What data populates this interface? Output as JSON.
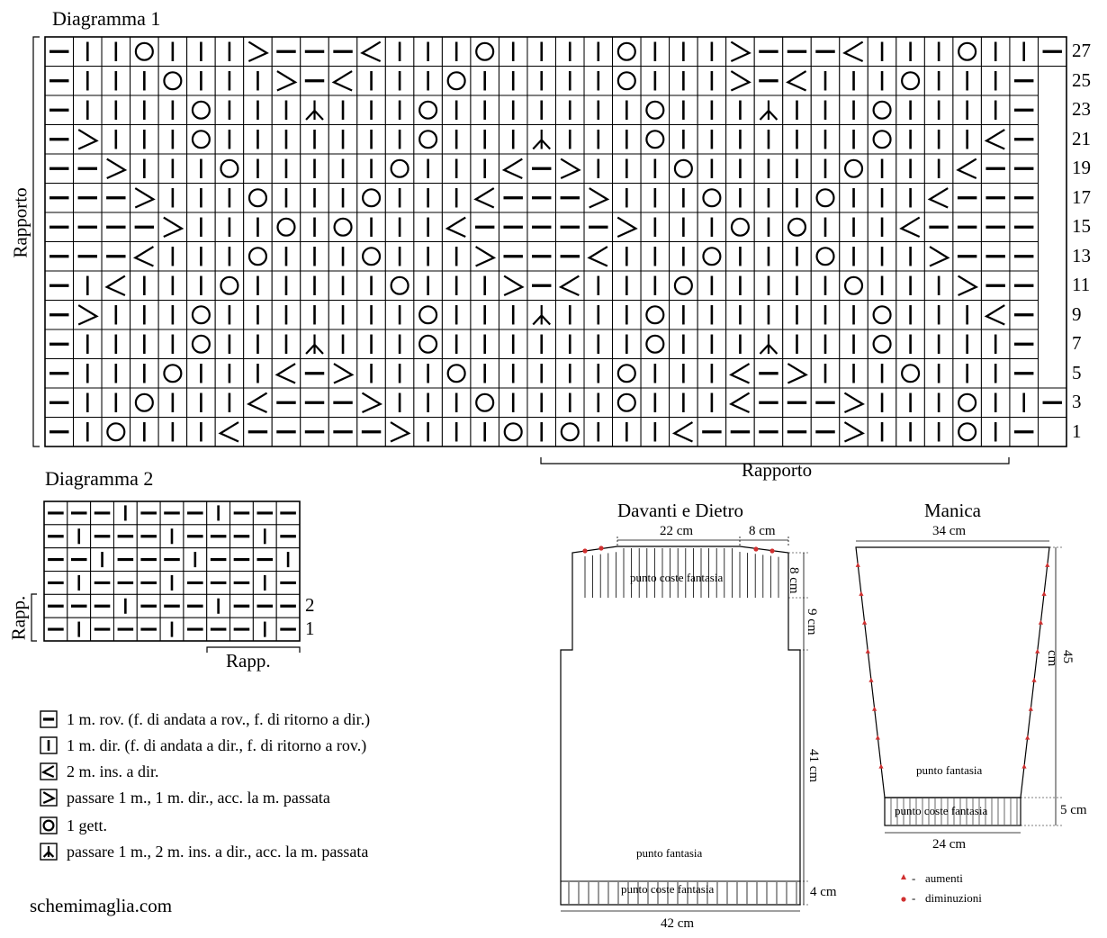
{
  "diagram1": {
    "title": "Diagramma 1",
    "rapporto_left": "Rapporto",
    "rapporto_bottom": "Rapporto",
    "row_numbers": [
      "27",
      "25",
      "23",
      "21",
      "19",
      "17",
      "15",
      "13",
      "11",
      "9",
      "7",
      "5",
      "3",
      "1"
    ],
    "rows": [
      "P K K O K K K R P P P L K K K O K K K K O K K K R P P P L K K K O K K P",
      "P K K K O K K K R P L K K K O K K K K K O K K K R P L K K K O K K K P",
      "P K K K K O K K K A K K K O K K K K K K K O K K K A K K K O K K K K P",
      "P R K K K O K K K K K K K O K K K A K K K O K K K K K K K O K K K L P",
      "P P R K K K O K K K K K O K K K L P R K K K O K K K K K O K K K L P P",
      "P P P R K K K O K K K O K K K L P P P R K K K O K K K O K K K L P P P",
      "P P P P R K K K O K O K K K L P P P P P R K K K O K O K K K L P P P P",
      "P P P L K K K O K K K O K K K R P P P L K K K O K K K O K K K R P P P",
      "P K L K K K O K K K K K O K K K R P L K K K O K K K K K O K K K R P P",
      "P R K K K O K K K K K K K O K K K A K K K O K K K K K K K O K K K L P",
      "P K K K K O K K K A K K K O K K K K K K K O K K K A K K K O K K K K P",
      "P K K K O K K K L P R K K K O K K K K K O K K K L P R K K K O K K K P",
      "P K K O K K K L P P P R K K K O K K K K O K K K L P P P R K K K O K K P",
      "P K O K K K L P P P P P R K K K O K O K K K L P P P P P R K K K O K P"
    ]
  },
  "diagram2": {
    "title": "Diagramma 2",
    "rapp_left": "Rapp.",
    "rapp_bottom": "Rapp.",
    "row_numbers": [
      "",
      "",
      "",
      "",
      "2",
      "1"
    ],
    "rows": [
      "P P P K P P P K P P P",
      "P K P P P K P P P K P",
      "P P K P P P K P P P K",
      "P K P P P K P P P K P",
      "P P P K P P P K P P P",
      "P K P P P K P P P K P"
    ]
  },
  "legend": [
    {
      "symbol": "P",
      "icon": "purl-icon",
      "text": "1 m. rov. (f. di andata a rov., f. di ritorno a dir.)"
    },
    {
      "symbol": "K",
      "icon": "knit-icon",
      "text": "1 m. dir. (f. di andata a dir., f. di ritorno a rov.)"
    },
    {
      "symbol": "L",
      "icon": "k2tog-icon",
      "text": "2 m. ins. a dir."
    },
    {
      "symbol": "R",
      "icon": "skpo-icon",
      "text": "passare 1 m., 1 m. dir., acc. la m. passata"
    },
    {
      "symbol": "O",
      "icon": "yarn-over-icon",
      "text": "1 gett."
    },
    {
      "symbol": "A",
      "icon": "sk2po-icon",
      "text": "passare 1 m., 2 m. ins. a dir., acc. la m. passata"
    }
  ],
  "website": "schemimaglia.com",
  "front_back": {
    "title": "Davanti e Dietro",
    "dim_top_center": "22 cm",
    "dim_top_side": "8 cm",
    "dim_shoulder": "8 cm",
    "dim_armhole": "9 cm",
    "dim_body": "41 cm",
    "dim_rib": "4 cm",
    "dim_width": "42 cm",
    "label_neck_rib": "punto coste fantasia",
    "label_body": "punto fantasia",
    "label_bottom_rib": "punto coste fantasia"
  },
  "sleeve": {
    "title": "Manica",
    "dim_top": "34 cm",
    "dim_length": "45 cm",
    "dim_cuff": "5 cm",
    "dim_bottom": "24 cm",
    "label_body": "punto fantasia",
    "label_cuff": "punto coste fantasia"
  },
  "marks_legend": [
    {
      "text": "aumenti",
      "color": "#d03030",
      "shape": "triangle"
    },
    {
      "text": "diminuzioni",
      "color": "#d03030",
      "shape": "dot"
    }
  ],
  "colors": {
    "ink": "#000000",
    "mark": "#d03030"
  }
}
